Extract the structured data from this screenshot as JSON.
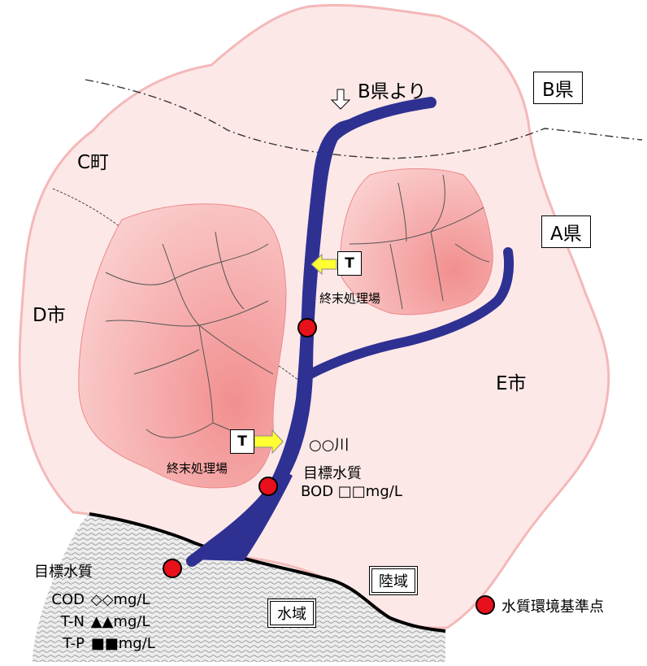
{
  "region_labels": {
    "b_prefecture": "B県",
    "a_prefecture": "A県",
    "c_town": "C町",
    "d_city": "D市",
    "e_city": "E市"
  },
  "inflow": "B県より",
  "river_name": "○○川",
  "treatment_plant": {
    "marker": "T",
    "label": "終末処理場"
  },
  "river_target": {
    "title": "目標水質",
    "items": [
      {
        "param": "BOD",
        "value": "□□mg/L"
      }
    ]
  },
  "sea_target": {
    "title": "目標水質",
    "items": [
      {
        "param": "COD",
        "value": "◇◇mg/L"
      },
      {
        "param": "T-N",
        "value": "▲▲mg/L"
      },
      {
        "param": "T-P",
        "value": "■■mg/L"
      }
    ]
  },
  "land_label": "陸域",
  "water_label": "水域",
  "legend": {
    "label": "水質環境基準点",
    "marker_color": "#e8101a"
  },
  "colors": {
    "land_fill": "#fde8e8",
    "land_edge": "#f4b8b8",
    "sewer_area": "#f6a9a9",
    "river": "#2e3192",
    "arrow": "#ffff33",
    "point": "#e8101a"
  }
}
